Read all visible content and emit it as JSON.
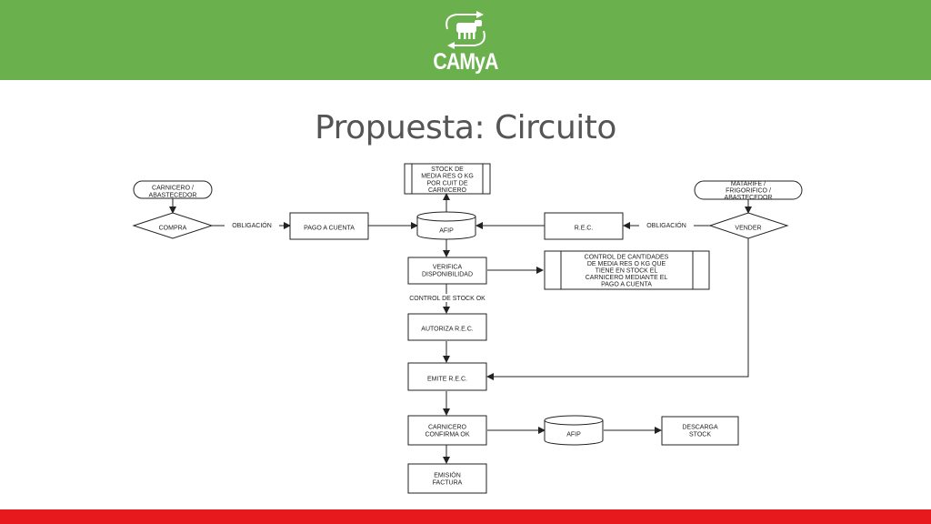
{
  "header": {
    "brand": "CAMyA",
    "accent_color": "#6ab04c",
    "logo_icon": "cow-arrows-icon"
  },
  "slide": {
    "title": "Propuesta: Circuito"
  },
  "diagram": {
    "nodes": {
      "carnicero_abastecedor": [
        "CARNICERO /",
        "ABASTECEDOR"
      ],
      "compra": [
        "COMPRA"
      ],
      "pago_a_cuenta": [
        "PAGO A CUENTA"
      ],
      "stock_media_res": [
        "STOCK DE",
        "MEDIA RES O KG",
        "POR CUIT DE",
        "CARNICERO"
      ],
      "afip_1": [
        "AFIP"
      ],
      "rec": [
        "R.E.C."
      ],
      "vender": [
        "VENDER"
      ],
      "matarife": [
        "MATARIFE /",
        "FRIGORIFICO /",
        "ABASTECEDOR"
      ],
      "verifica_disponibilidad": [
        "VERIFICA",
        "DISPONIBILIDAD"
      ],
      "control_cantidades": [
        "CONTROL DE CANTIDADES",
        "DE MEDIA RES O KG QUE",
        "TIENE EN STOCK EL",
        "CARNICERO MEDIANTE EL",
        "PAGO A CUENTA"
      ],
      "autoriza_rec": [
        "AUTORIZA R.E.C."
      ],
      "emite_rec": [
        "EMITE R.E.C."
      ],
      "carnicero_confirma": [
        "CARNICERO",
        "CONFIRMA OK"
      ],
      "afip_2": [
        "AFIP"
      ],
      "descarga_stock": [
        "DESCARGA",
        "STOCK"
      ],
      "emision_factura": [
        "EMISIÓN",
        "FACTURA"
      ]
    },
    "edge_labels": {
      "obligacion_left": "OBLIGACIÓN",
      "obligacion_right": "OBLIGACIÓN",
      "control_stock_ok": "CONTROL DE STOCK OK"
    }
  },
  "footer": {
    "bar_color": "#e8191d"
  }
}
